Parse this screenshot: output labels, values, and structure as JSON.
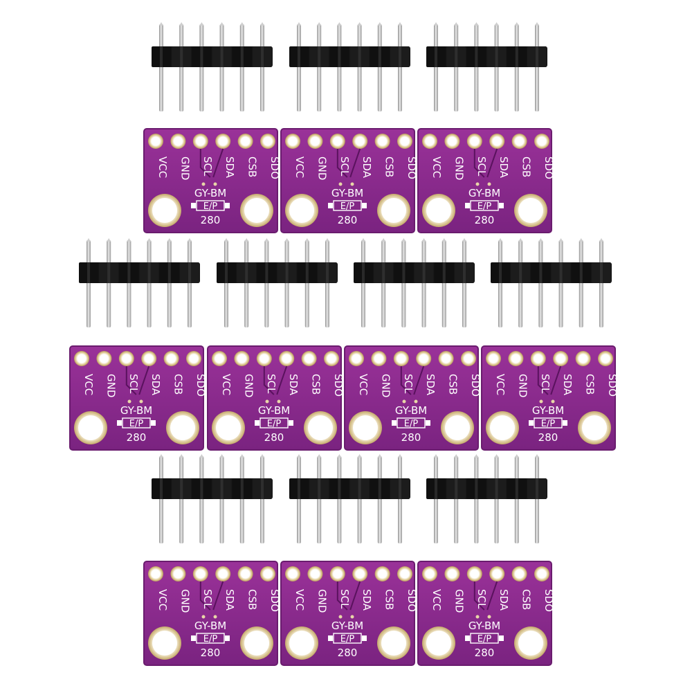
{
  "product_photo": {
    "background_color": "#ffffff",
    "board_color": "#8a2a8c",
    "board_edge_color": "#6a1c6e",
    "header_count": 10,
    "board_count": 10,
    "board_silkscreen": {
      "pins": [
        "VCC",
        "GND",
        "SCL",
        "SDA",
        "CSB",
        "SDO"
      ],
      "model_line1": "GY-BM",
      "model_line2": "E/P",
      "model_line3": "280"
    }
  }
}
